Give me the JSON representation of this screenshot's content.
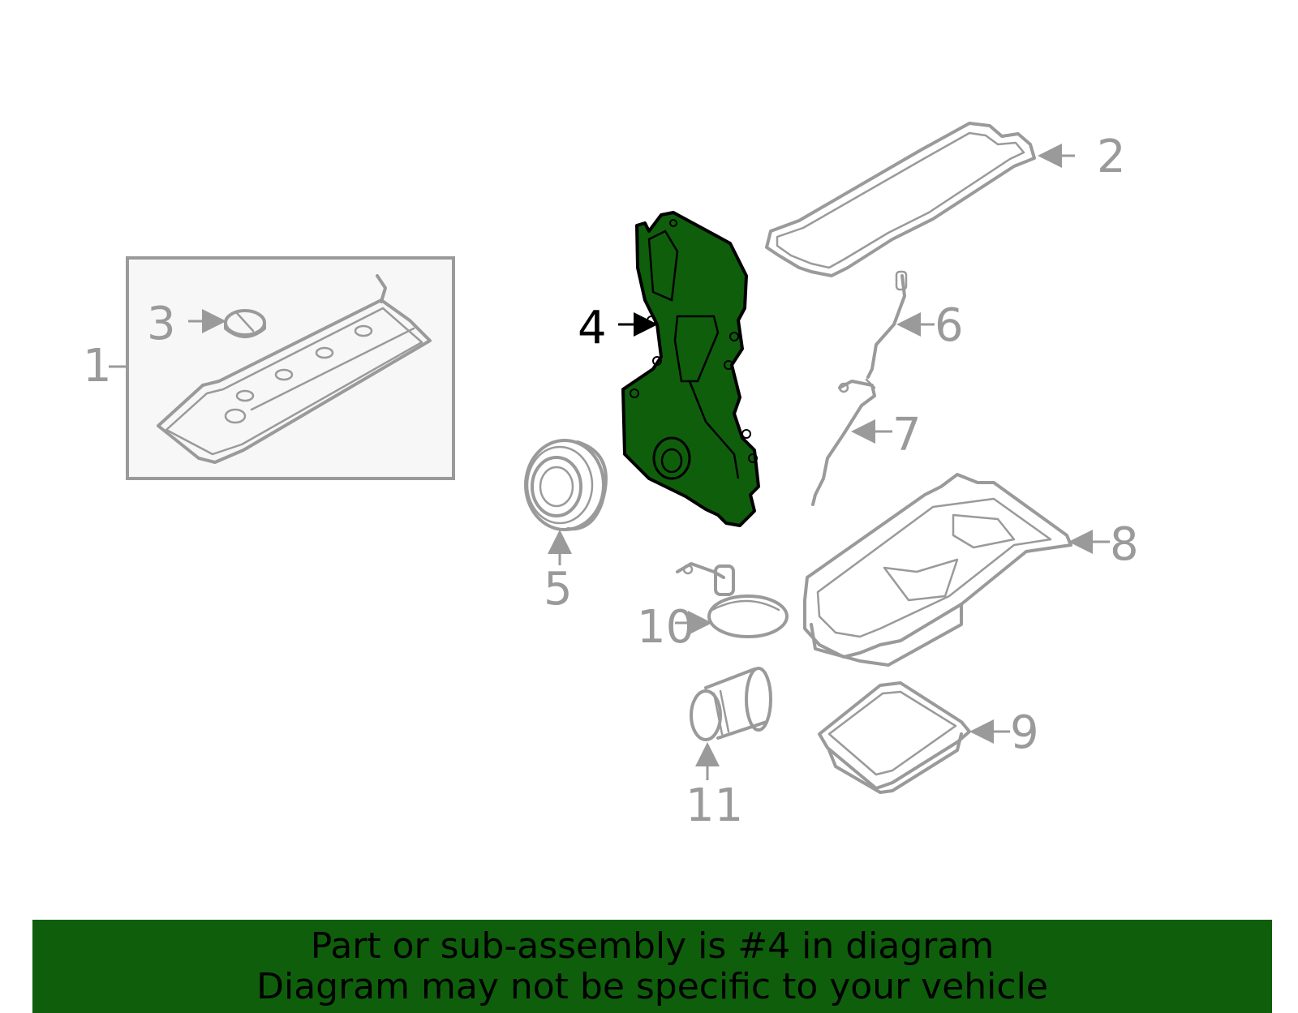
{
  "diagram": {
    "highlight_color": "#0f5e0c",
    "highlighted_part": "4",
    "callouts": [
      {
        "id": "1",
        "label": "1"
      },
      {
        "id": "2",
        "label": "2"
      },
      {
        "id": "3",
        "label": "3"
      },
      {
        "id": "4",
        "label": "4"
      },
      {
        "id": "5",
        "label": "5"
      },
      {
        "id": "6",
        "label": "6"
      },
      {
        "id": "7",
        "label": "7"
      },
      {
        "id": "8",
        "label": "8"
      },
      {
        "id": "9",
        "label": "9"
      },
      {
        "id": "10",
        "label": "10"
      },
      {
        "id": "11",
        "label": "11"
      }
    ]
  },
  "banner": {
    "line1": "Part or sub-assembly is #4 in diagram",
    "line2": "Diagram may not be specific to your vehicle",
    "background": "#0f5e0c"
  }
}
